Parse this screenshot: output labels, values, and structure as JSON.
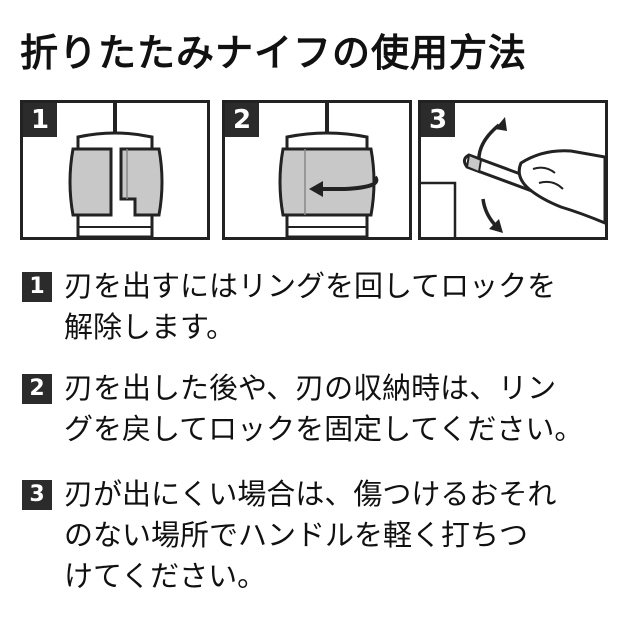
{
  "title": "折りたたみナイフの使用方法",
  "panels": [
    {
      "number": "1"
    },
    {
      "number": "2"
    },
    {
      "number": "3"
    }
  ],
  "steps": [
    {
      "number": "1",
      "text": "刃を出すにはリングを回してロックを\n解除します。"
    },
    {
      "number": "2",
      "text": "刃を出した後や、刃の収納時は、リン\nグを戻してロックを固定してください。"
    },
    {
      "number": "3",
      "text": "刃が出にくい場合は、傷つけるおそれ\nのない場所でハンドルを軽く打ちつ\nけてください。"
    }
  ],
  "colors": {
    "ink": "#222222",
    "badge": "#2b2b2b",
    "ring": "#c8c8c8",
    "ring_shadow": "#a9a9a9"
  }
}
